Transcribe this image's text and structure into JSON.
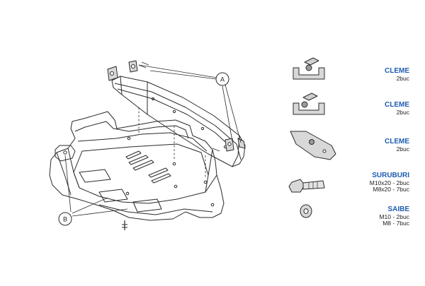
{
  "callouts": {
    "a": "A",
    "b": "B"
  },
  "parts": [
    {
      "name": "CLEME",
      "lines": [
        "2buc"
      ],
      "icon": "bracket-icon"
    },
    {
      "name": "CLEME",
      "lines": [
        "2buc"
      ],
      "icon": "bracket-icon"
    },
    {
      "name": "CLEME",
      "lines": [
        "2buc"
      ],
      "icon": "plate-bracket-icon"
    },
    {
      "name": "SURUBURI",
      "lines": [
        "M10x20 - 2buc",
        "M8x20 - 7buc"
      ],
      "icon": "bolt-icon"
    },
    {
      "name": "SAIBE",
      "lines": [
        "M10 - 2buc",
        "M8 - 7buc"
      ],
      "icon": "washer-icon"
    }
  ],
  "colors": {
    "label_blue": "#1e5bb0",
    "line": "#2a2a2a",
    "part_fill": "#d8d8d8"
  }
}
